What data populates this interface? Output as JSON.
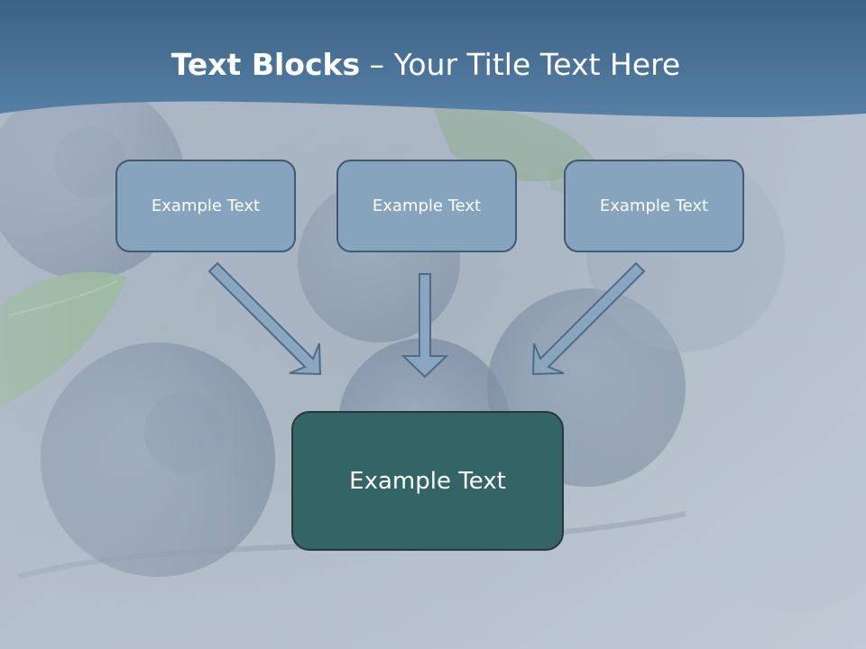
{
  "title": {
    "bold": "Text Blocks",
    "rest": " – Your Title Text Here"
  },
  "boxes": {
    "left": "Example Text",
    "center": "Example Text",
    "right": "Example Text",
    "bottom": "Example Text"
  },
  "colors": {
    "header_band": "#4a7196",
    "small_box_fill": "#87a4bf",
    "small_box_border": "#3f5a72",
    "bottom_box_fill": "#336466",
    "arrow_fill": "#89a6c0",
    "arrow_stroke": "#4f6c86"
  }
}
